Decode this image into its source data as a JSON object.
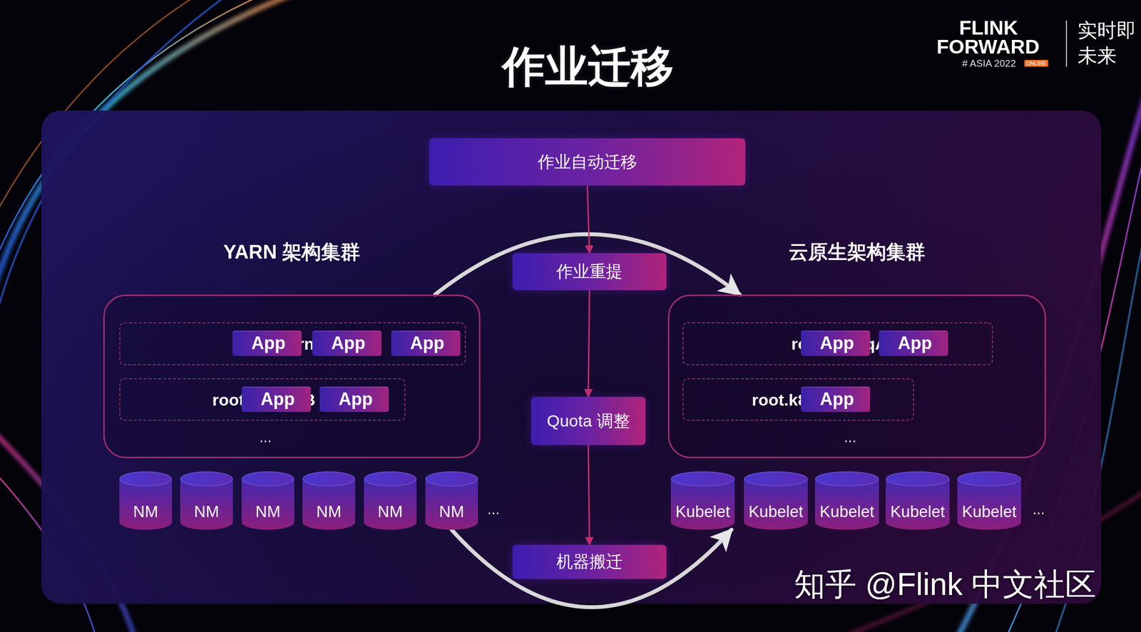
{
  "diagram": {
    "title": "作业迁移",
    "nodes": [
      {
        "text": [
          "作业自动迁移"
        ]
      },
      {
        "text": [
          "YARN 架构集群"
        ]
      },
      {
        "text": [
          "root.yarn_qA"
        ],
        "in": 1
      },
      {
        "text": [
          "App"
        ],
        "in": 2
      },
      {
        "text": [
          "App"
        ],
        "in": 2
      },
      {
        "text": [
          "App"
        ],
        "in": 2
      },
      {
        "text": [
          "root.yarn_qB"
        ],
        "in": 1
      },
      {
        "text": [
          "App"
        ],
        "in": 6
      },
      {
        "text": [
          "App"
        ],
        "in": 6
      },
      {
        "text": [
          "作业重提"
        ]
      },
      {
        "text": [
          "云原生架构集群"
        ]
      },
      {
        "text": [
          "root.k8s_qA"
        ],
        "in": 10
      },
      {
        "text": [
          "App"
        ],
        "in": 11
      },
      {
        "text": [
          "App"
        ],
        "in": 11
      },
      {
        "text": [
          "root.k8s_qB"
        ],
        "in": 10
      },
      {
        "text": [
          "App"
        ],
        "in": 14
      },
      {
        "text": [
          "Quota 调整"
        ]
      },
      {
        "text": [
          "NM"
        ]
      },
      {
        "text": [
          "NM"
        ]
      },
      {
        "text": [
          "NM"
        ]
      },
      {
        "text": [
          "NM"
        ]
      },
      {
        "text": [
          "NM"
        ]
      },
      {
        "text": [
          "NM"
        ]
      },
      {
        "text": [
          "Kubelet"
        ]
      },
      {
        "text": [
          "Kubelet"
        ]
      },
      {
        "text": [
          "Kubelet"
        ]
      },
      {
        "text": [
          "Kubelet"
        ]
      },
      {
        "text": [
          "Kubelet"
        ]
      },
      {
        "text": [
          "机器搬迁"
        ]
      }
    ],
    "edges": [
      {
        "from": 0,
        "to": 9,
        "arrow": "to"
      },
      {
        "from": 9,
        "to": 16,
        "arrow": "to"
      },
      {
        "from": 16,
        "to": 28,
        "arrow": "to"
      },
      {
        "from": 1,
        "to": 10,
        "arrow": "to"
      },
      {
        "from": 22,
        "to": 23,
        "arrow": "to"
      }
    ],
    "labels": [
      "...",
      "...",
      "...",
      "...",
      "FLINK",
      "FORWARD",
      "# ASIA 2022",
      "ONLINE",
      "实时即未来",
      "知乎 @Flink 中文社区"
    ]
  }
}
